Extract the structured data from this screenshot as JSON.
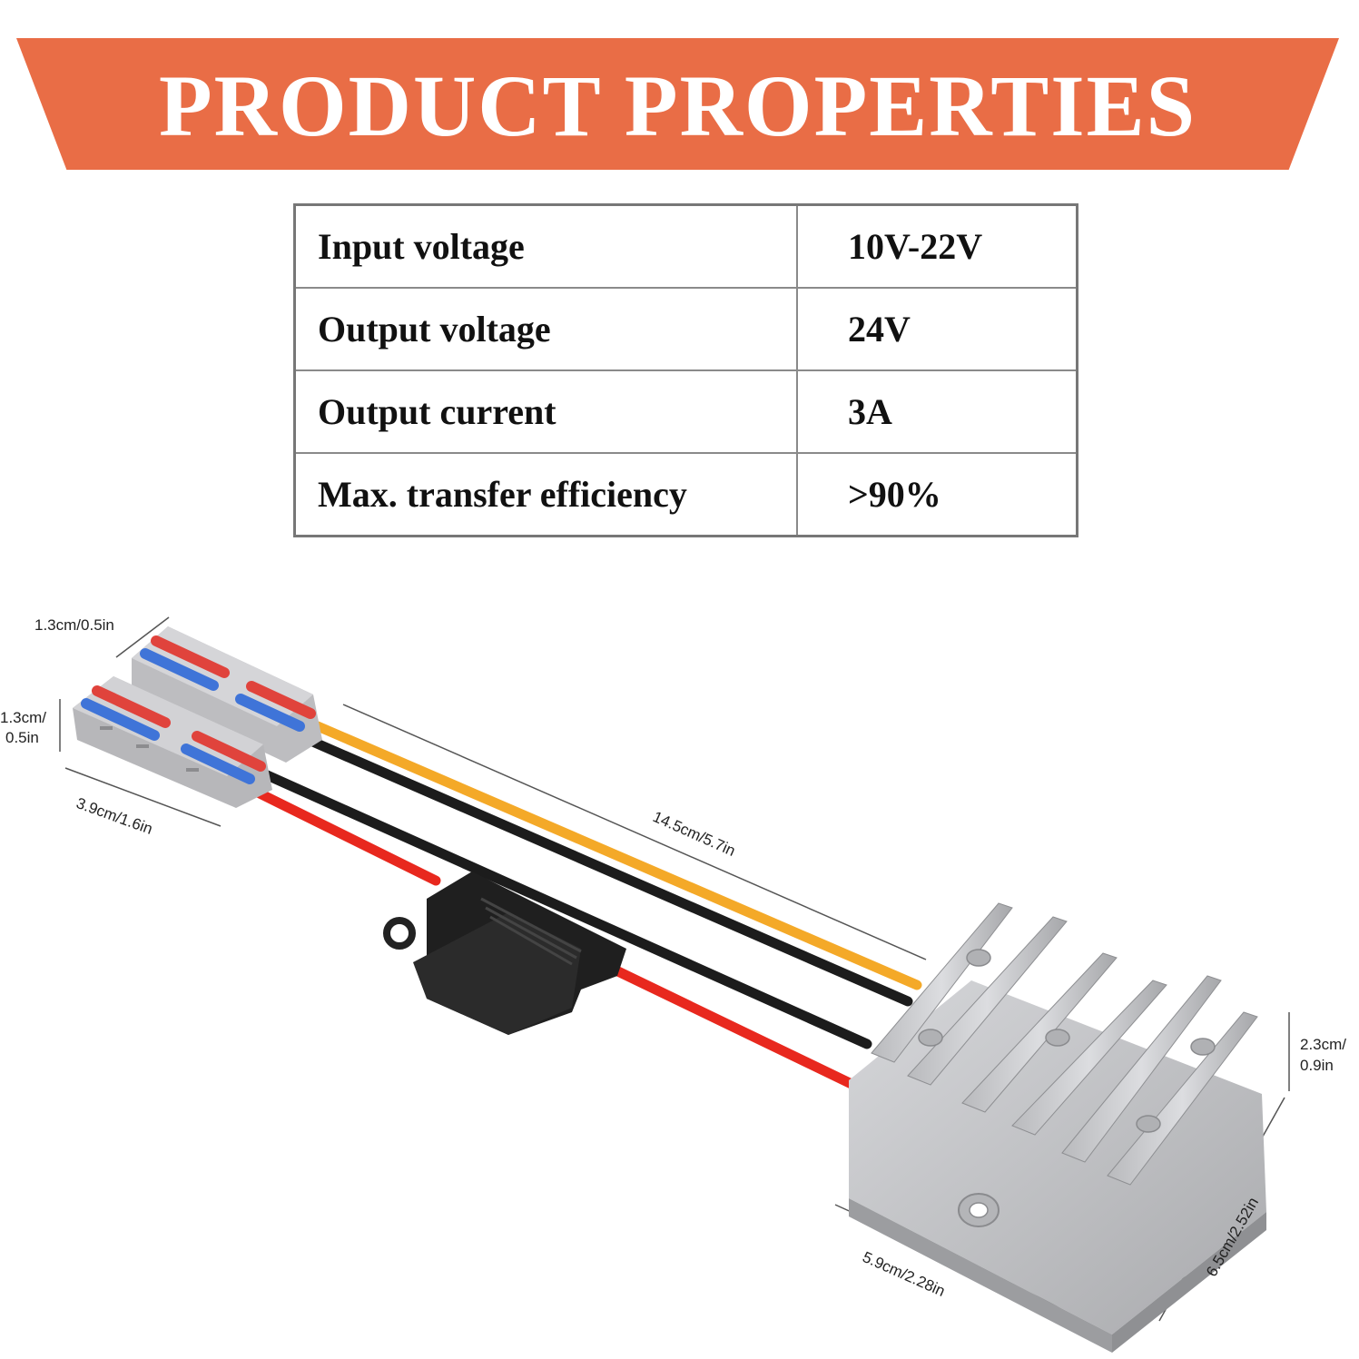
{
  "banner": {
    "title": "PRODUCT PROPERTIES",
    "color": "#e96d46"
  },
  "specs": [
    {
      "label": "Input voltage",
      "value": "10V-22V"
    },
    {
      "label": "Output voltage",
      "value": "24V"
    },
    {
      "label": "Output current",
      "value": "3A"
    },
    {
      "label": "Max. transfer efficiency",
      "value": ">90%"
    }
  ],
  "dimensions": {
    "connector_depth": "1.3cm/0.5in",
    "connector_height_line1": "1.3cm/",
    "connector_height_line2": "0.5in",
    "connector_length": "3.9cm/1.6in",
    "wire_length": "14.5cm/5.7in",
    "module_height_line1": "2.3cm/",
    "module_height_line2": "0.9in",
    "module_width": "5.9cm/2.28in",
    "module_depth": "6.5cm/2.52in"
  },
  "colors": {
    "wire_yellow": "#f4a928",
    "wire_black": "#1c1c1c",
    "wire_red": "#e8281e",
    "lever_red": "#e0433c",
    "lever_blue": "#3f74d8",
    "housing": "#c9c9cc",
    "aluminium": "#c3c4c7"
  }
}
